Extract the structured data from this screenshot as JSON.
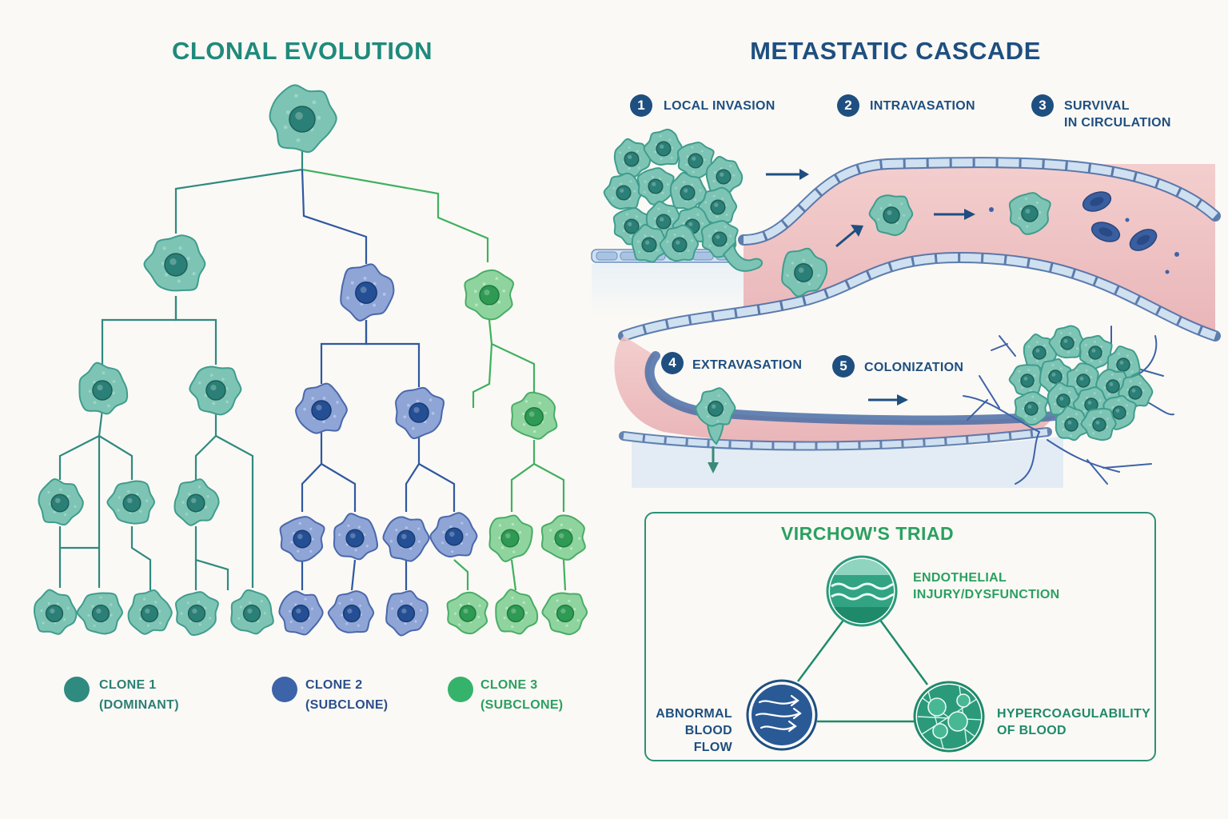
{
  "clonal_evolution": {
    "title": "CLONAL EVOLUTION",
    "legend": [
      {
        "name": "CLONE 1",
        "note": "(DOMINANT)",
        "color": "#2f8a80"
      },
      {
        "name": "CLONE 2",
        "note": "(SUBCLONE)",
        "color": "#3d63a8"
      },
      {
        "name": "CLONE 3",
        "note": "(SUBCLONE)",
        "color": "#36b36a"
      }
    ]
  },
  "metastatic_cascade": {
    "title": "METASTATIC CASCADE",
    "steps": [
      {
        "number": "1",
        "label": "LOCAL INVASION"
      },
      {
        "number": "2",
        "label": "INTRAVASATION"
      },
      {
        "number": "3",
        "label": "SURVIVAL\nIN CIRCULATION"
      },
      {
        "number": "4",
        "label": "EXTRAVASATION"
      },
      {
        "number": "5",
        "label": "COLONIZATION"
      }
    ]
  },
  "virchows_triad": {
    "title": "VIRCHOW'S TRIAD",
    "factors": [
      {
        "label": "ENDOTHELIAL\nINJURY/DYSFUNCTION",
        "icon": "endothelium-icon"
      },
      {
        "label": "ABNORMAL\nBLOOD FLOW",
        "icon": "blood-flow-icon"
      },
      {
        "label": "HYPERCOAGULABILITY\nOF BLOOD",
        "icon": "clot-icon"
      }
    ]
  },
  "colors": {
    "teal_text": "#1f8a7c",
    "navy_text": "#1e4f80",
    "green_text": "#2aa060"
  }
}
